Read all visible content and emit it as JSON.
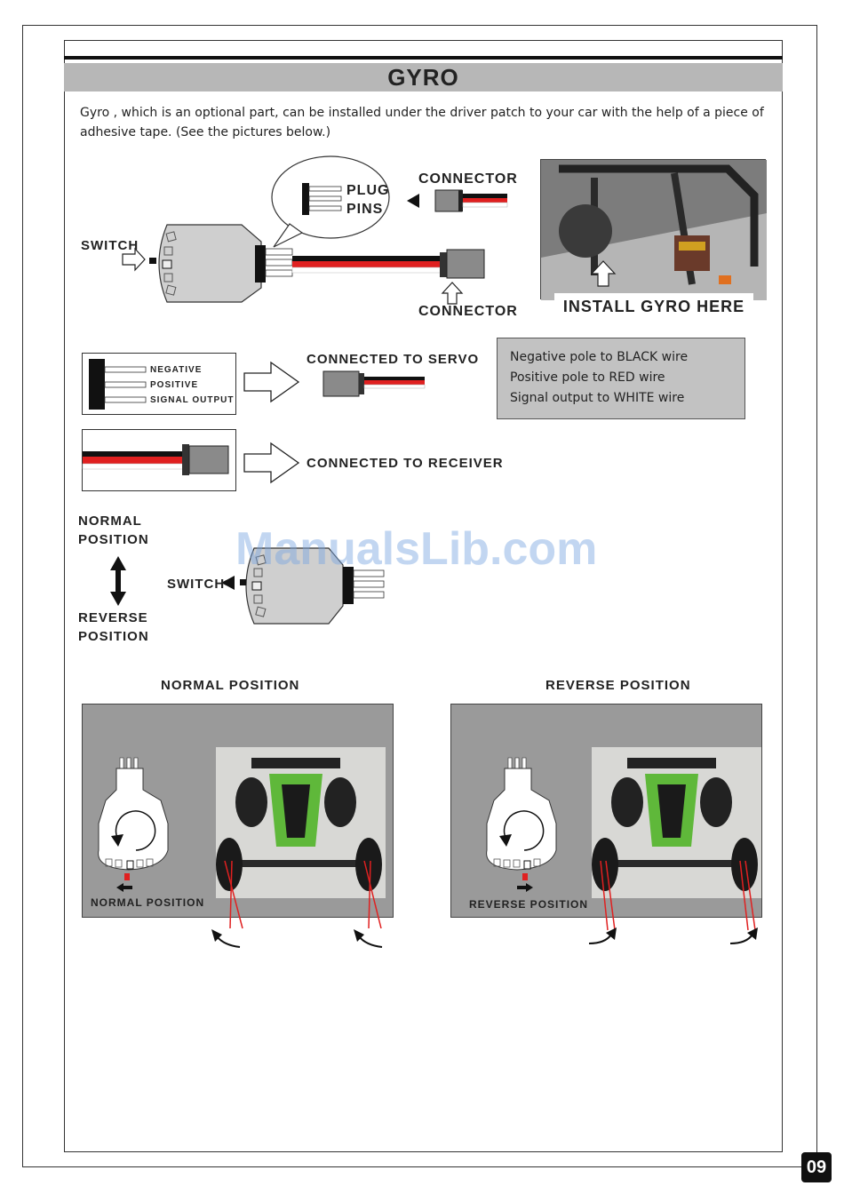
{
  "header": {
    "title": "GYRO"
  },
  "intro": {
    "text": "Gyro , which is an optional part, can be installed under the driver patch to your car with the help of a piece of adhesive tape. (See the pictures below.)"
  },
  "diagram1": {
    "plug_pins": [
      "PLUG",
      "PINS"
    ],
    "connector_top": "CONNECTOR",
    "connector_bottom": "CONNECTOR",
    "switch": "SWITCH"
  },
  "install_photo": {
    "label": "INSTALL GYRO HERE"
  },
  "servo_section": {
    "pins": [
      "NEGATIVE",
      "POSITIVE",
      "SIGNAL OUTPUT"
    ],
    "connected_to_servo": "CONNECTED TO SERVO",
    "connected_to_receiver": "CONNECTED TO RECEIVER"
  },
  "info_box": {
    "lines": [
      "Negative pole to BLACK wire",
      "Positive pole to RED wire",
      "Signal output to WHITE wire"
    ]
  },
  "position_section": {
    "normal": [
      "NORMAL",
      "POSITION"
    ],
    "reverse": [
      "REVERSE",
      "POSITION"
    ],
    "switch": "SWITCH"
  },
  "watermark": "ManualsLib.com",
  "panels": {
    "normal_heading": "NORMAL POSITION",
    "reverse_heading": "REVERSE POSITION",
    "normal_caption": "NORMAL POSITION",
    "reverse_caption": "REVERSE POSITION"
  },
  "colors": {
    "wire_black": "#111111",
    "wire_red": "#e02020",
    "wire_white": "#ffffff",
    "gyro_body": "#cfcfcf",
    "panel_gray": "#9a9a9a",
    "car_green": "#5fb83a"
  },
  "page_number": "09"
}
